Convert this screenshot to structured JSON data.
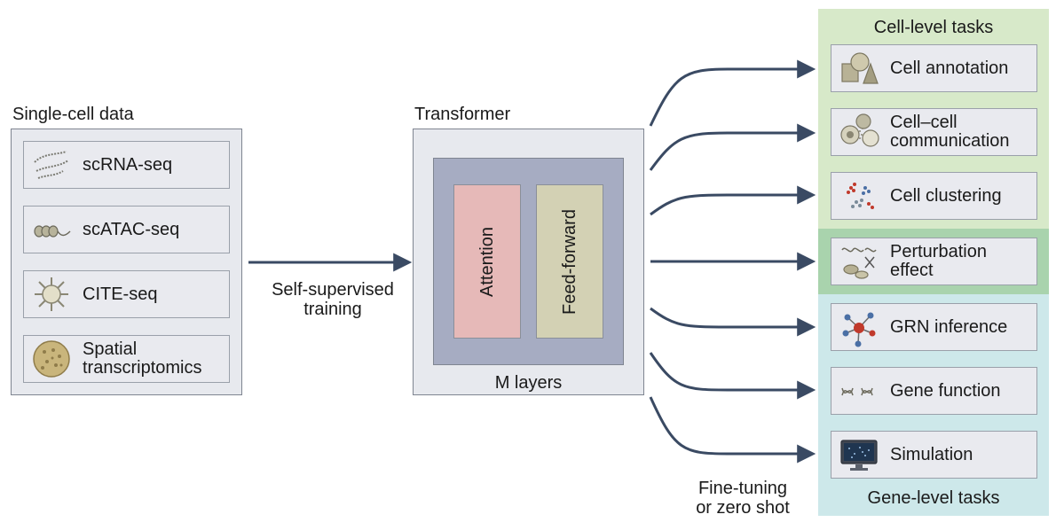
{
  "input": {
    "title": "Single-cell data",
    "items": [
      {
        "label": "scRNA-seq",
        "icon": "rna-strands-icon"
      },
      {
        "label": "scATAC-seq",
        "icon": "chromatin-icon"
      },
      {
        "label": "CITE-seq",
        "icon": "antibody-cell-icon"
      },
      {
        "label": "Spatial\ntranscriptomics",
        "icon": "tissue-section-icon"
      }
    ]
  },
  "training_label": "Self-supervised\ntraining",
  "transformer": {
    "title": "Transformer",
    "attention": "Attention",
    "feedforward": "Feed-forward",
    "layers": "M layers"
  },
  "finetune_label": "Fine-tuning\nor zero shot",
  "tasks": {
    "cell_header": "Cell-level tasks",
    "gene_header": "Gene-level tasks",
    "cell": [
      {
        "label": "Cell annotation",
        "icon": "shapes-icon"
      },
      {
        "label": "Cell–cell\ncommunication",
        "icon": "cell-communication-icon"
      },
      {
        "label": "Cell clustering",
        "icon": "cluster-icon"
      }
    ],
    "middle": {
      "label": "Perturbation\neffect",
      "icon": "scissors-dna-icon"
    },
    "gene": [
      {
        "label": "GRN inference",
        "icon": "network-icon"
      },
      {
        "label": "Gene function",
        "icon": "dna-icon"
      },
      {
        "label": "Simulation",
        "icon": "monitor-icon"
      }
    ]
  },
  "colors": {
    "arrow": "#3a4a63",
    "cell_panel": "#d7e9c9",
    "perturb_panel": "#a9d3ad",
    "gene_panel": "#cde8ea",
    "attention": "#e6b9b8",
    "feedforward": "#d3d1b4",
    "transformer_inner": "#a6acc2"
  }
}
